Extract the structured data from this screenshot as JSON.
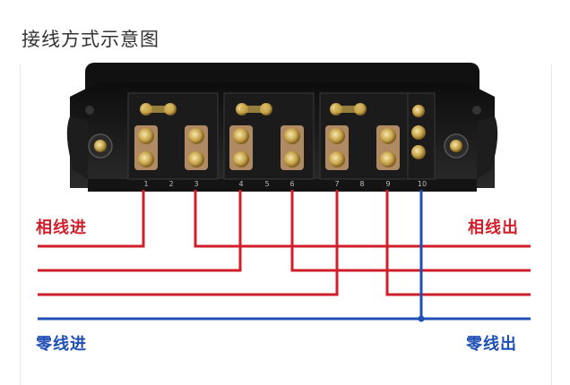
{
  "header": {
    "title": "接线方式示意图"
  },
  "labels": {
    "phase_in": "相线进",
    "phase_out": "相线出",
    "neutral_in": "零线进",
    "neutral_out": "零线出"
  },
  "terminal_numbers": [
    "1",
    "2",
    "3",
    "4",
    "5",
    "6",
    "7",
    "8",
    "9",
    "10"
  ],
  "colors": {
    "phase": "#d01f2a",
    "neutral": "#1f4fb5",
    "meter_body": "#1a1a1a"
  },
  "icons": [
    "terminal-screw-icon"
  ]
}
